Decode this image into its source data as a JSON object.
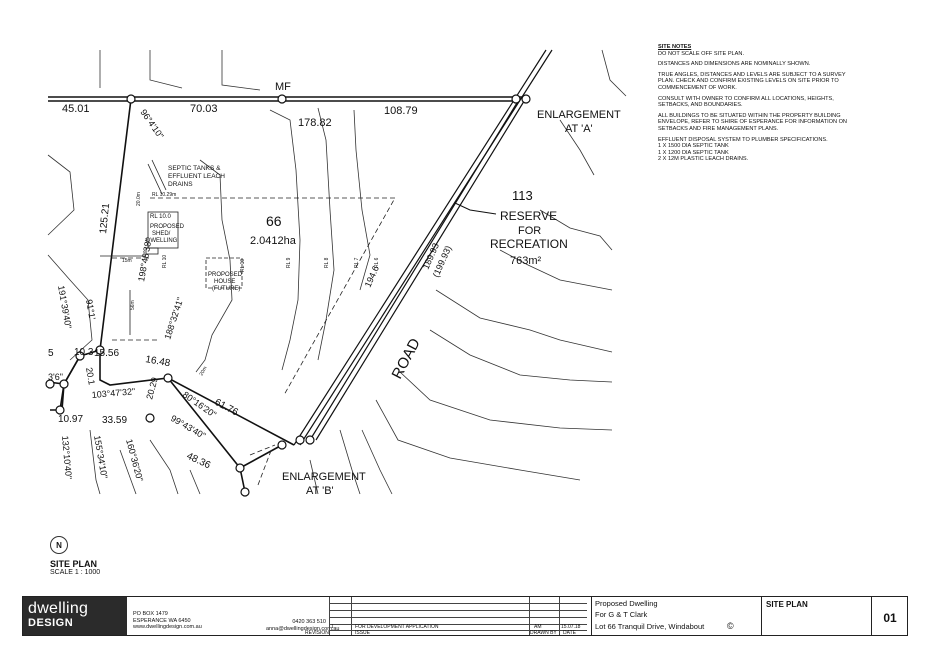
{
  "plan": {
    "bearings": [
      "45.01",
      "70.03",
      "108.79",
      "178.82",
      "125.21",
      "96°4'10\"",
      "10.3",
      "15.56",
      "16.48",
      "61.76",
      "33.59",
      "10.97",
      "20.1",
      "20.29",
      "48.36",
      "103°47'32\"",
      "80°16'20\"",
      "99°43'40\"",
      "160°36'20\"",
      "155°34'10\"",
      "132°10'40\"",
      "191°39'40\"",
      "91°1'",
      "198°48'38\"",
      "188°32'41\"",
      "194.6",
      "189.93",
      "(199.93)",
      "5",
      "3'6\""
    ],
    "labels": {
      "mf": "MF",
      "lot_number": "66",
      "lot_area": "2.0412ha",
      "reserve_number": "113",
      "reserve_line1": "RESERVE",
      "reserve_line2": "FOR",
      "reserve_line3": "RECREATION",
      "reserve_area": "763m²",
      "road": "ROAD",
      "enl_a_1": "ENLARGEMENT",
      "enl_a_2": "AT 'A'",
      "enl_b_1": "ENLARGEMENT",
      "enl_b_2": "AT 'B'",
      "septic_1": "SEPTIC TANKS &",
      "septic_2": "EFFLUENT LEACH",
      "septic_3": "DRAINS",
      "rl_septic": "RL 10.29m",
      "rl_shed": "RL 10.0",
      "shed_1": "PROPOSED",
      "shed_2": "SHED/",
      "shed_3": "DWELLING",
      "house_1": "PROPOSED",
      "house_2": "HOUSE",
      "house_3": "(FUTURE)",
      "dim_15m": "15m",
      "dim_56m": "56m",
      "dim_20m": "20m",
      "dim_20m_b": "20.0m",
      "rl_10": "RL 10",
      "rl_9": "RL 9",
      "rl_8": "RL 8",
      "rl_7": "RL 7",
      "rl_6": "RL 6",
      "rl_10b": "RL 10"
    }
  },
  "site_notes": {
    "title": "SITE NOTES",
    "lines": [
      "DO NOT SCALE OFF SITE PLAN.",
      "DISTANCES AND DIMENSIONS ARE NOMINALLY SHOWN.",
      "TRUE ANGLES, DISTANCES AND LEVELS ARE SUBJECT TO A SURVEY PLAN. CHECK AND CONFIRM EXISTING LEVELS ON SITE PRIOR TO COMMENCEMENT OF WORK.",
      "CONSULT WITH OWNER TO CONFIRM ALL LOCATIONS, HEIGHTS, SETBACKS, AND BOUNDARIES.",
      "ALL BUILDINGS TO BE SITUATED WITHIN THE PROPERTY BUILDING ENVELOPE, REFER TO SHIRE OF ESPERANCE FOR INFORMATION ON SETBACKS AND FIRE MANAGEMENT PLANS.",
      "EFFLUENT DISPOSAL SYSTEM TO PLUMBER SPECIFICATIONS."
    ],
    "spec_lines": [
      "1 X 1500 DIA SEPTIC TANK",
      "1 X 1200 DIA SEPTIC TANK",
      "2 X 12m PLASTIC LEACH DRAINS."
    ]
  },
  "legend": {
    "north": "N",
    "title": "SITE PLAN",
    "scale": "SCALE 1 : 1000"
  },
  "title_block": {
    "logo_line1": "dwelling",
    "logo_line2": "DESIGN",
    "po_box": "PO BOX 1479",
    "town": "ESPERANCE WA 6450",
    "web": "www.dwellingdesign.com.au",
    "phone": "0420 363 510",
    "email": "anna@dwellingdesign.com.au",
    "revision_num": "1",
    "issue_text": "FOR DEVELOPMENT APPLICATION",
    "drawn_by": "AM",
    "date": "15.07.18",
    "col_revision": "REVISION",
    "col_issue": "ISSUE",
    "col_drawn": "DRAWN BY",
    "col_date": "DATE",
    "project_1": "Proposed Dwelling",
    "project_2": "For G & T Clark",
    "project_3": "Lot 66 Tranquil Drive, Windabout",
    "copyright": "©",
    "sheet_title": "SITE PLAN",
    "sheet_number": "01"
  }
}
